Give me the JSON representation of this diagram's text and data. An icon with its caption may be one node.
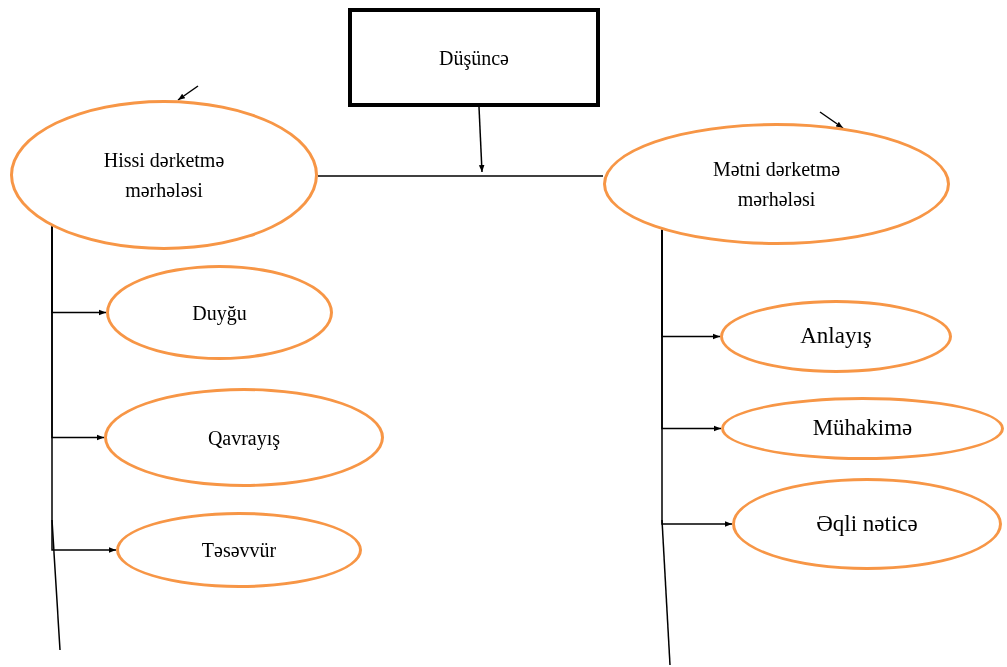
{
  "diagram": {
    "nodes": [
      {
        "text": [
          "Düşüncə"
        ]
      },
      {
        "text": [
          "Hissi dərketmə mərhələsi"
        ]
      },
      {
        "text": [
          "Mətni dərketmə mərhələsi"
        ]
      },
      {
        "text": [
          "Duyğu"
        ]
      },
      {
        "text": [
          "Qavrayış"
        ]
      },
      {
        "text": [
          "Təsəvvür"
        ]
      },
      {
        "text": [
          "Anlayış"
        ]
      },
      {
        "text": [
          "Mühakimə"
        ]
      },
      {
        "text": [
          "Əqli nəticə"
        ]
      }
    ],
    "edges": [
      {
        "from": 1,
        "to": 2,
        "arrow": "none"
      },
      {
        "from": 0,
        "to": null,
        "arrow": "to"
      },
      {
        "from": null,
        "to": 1,
        "arrow": "to"
      },
      {
        "from": null,
        "to": 2,
        "arrow": "to"
      },
      {
        "from": 1,
        "to": 3,
        "arrow": "to"
      },
      {
        "from": 1,
        "to": 4,
        "arrow": "to"
      },
      {
        "from": 1,
        "to": 5,
        "arrow": "to"
      },
      {
        "from": 2,
        "to": 6,
        "arrow": "to"
      },
      {
        "from": 2,
        "to": 7,
        "arrow": "to"
      },
      {
        "from": 2,
        "to": 8,
        "arrow": "to"
      }
    ]
  }
}
